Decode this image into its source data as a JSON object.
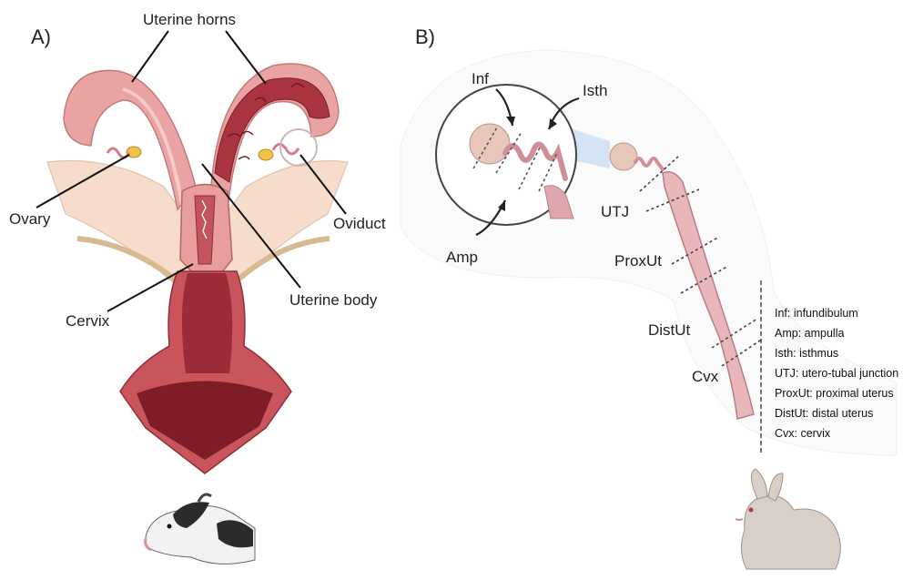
{
  "panel_a": {
    "title": "A)",
    "labels": {
      "uterine_horns": "Uterine horns",
      "ovary": "Ovary",
      "oviduct": "Oviduct",
      "uterine_body": "Uterine body",
      "cervix": "Cervix"
    },
    "animal": "cow-illustration"
  },
  "panel_b": {
    "title": "B)",
    "inset_labels": {
      "inf": "Inf",
      "isth": "Isth",
      "amp": "Amp"
    },
    "segment_labels": {
      "utj": "UTJ",
      "proxut": "ProxUt",
      "distut": "DistUt",
      "cvx": "Cvx"
    },
    "legend": [
      "Inf:  infundibulum",
      "Amp: ampulla",
      "Isth:  isthmus",
      "UTJ:  utero-tubal junction",
      "ProxUt:  proximal uterus",
      "DistUt: distal uterus",
      "Cvx:  cervix"
    ],
    "animal": "rabbit-illustration"
  },
  "colors": {
    "tissue_pink": "#e9a9a6",
    "tissue_dark": "#b5494d",
    "ligament": "#f3d9c8",
    "oviduct_pink": "#ddaaae",
    "outline": "#333333"
  }
}
